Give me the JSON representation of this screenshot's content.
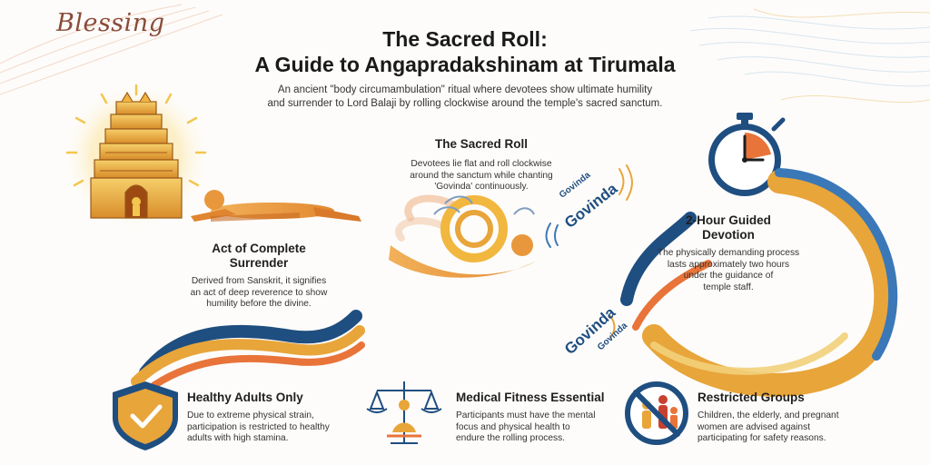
{
  "brand": {
    "logo_text": "Blessing"
  },
  "header": {
    "title_line1": "The Sacred Roll:",
    "title_line2": "A Guide to Angapradakshinam at Tirumala",
    "subtitle_line1": "An ancient \"body circumambulation\" ritual where devotees show ultimate humility",
    "subtitle_line2": "and surrender to Lord Balaji by rolling clockwise around the temple's sacred sanctum."
  },
  "sections": {
    "surrender": {
      "title_line1": "Act of Complete",
      "title_line2": "Surrender",
      "body_line1": "Derived from Sanskrit, it signifies",
      "body_line2": "an act of deep reverence to show",
      "body_line3": "humility before the divine."
    },
    "sacred_roll": {
      "title": "The Sacred Roll",
      "body_line1": "Devotees lie flat and roll clockwise",
      "body_line2": "around the sanctum while chanting",
      "body_line3": "'Govinda' continuously."
    },
    "duration": {
      "title_line1": "2-Hour Guided",
      "title_line2": "Devotion",
      "body_line1": "The physically demanding process",
      "body_line2": "lasts approximately two hours",
      "body_line3": "under the guidance of",
      "body_line4": "temple staff."
    },
    "healthy": {
      "title": "Healthy Adults Only",
      "body_line1": "Due to extreme physical strain,",
      "body_line2": "participation is restricted to healthy",
      "body_line3": "adults with high stamina."
    },
    "medical": {
      "title": "Medical Fitness Essential",
      "body_line1": "Participants must have the mental",
      "body_line2": "focus and physical health to",
      "body_line3": "endure the rolling process."
    },
    "restricted": {
      "title": "Restricted Groups",
      "body_line1": "Children, the elderly, and pregnant",
      "body_line2": "women are advised against",
      "body_line3": "participating for safety reasons."
    }
  },
  "chants": {
    "upper_small": "Govinda",
    "upper_large": "Govinda",
    "lower_large": "Govinda",
    "lower_small": "Govinda"
  },
  "icons": {
    "temple": "temple-gopuram-icon",
    "devotee": "prostrating-devotee-icon",
    "roll": "rolling-devotee-icon",
    "stopwatch": "stopwatch-icon",
    "shield": "shield-check-icon",
    "scales": "balance-scales-meditation-icon",
    "prohibited": "prohibited-groups-icon"
  },
  "colors": {
    "gold": "#e8a53a",
    "orange": "#e8743a",
    "navy": "#1f4e80",
    "blue": "#3a78b8",
    "red": "#c8412f"
  }
}
